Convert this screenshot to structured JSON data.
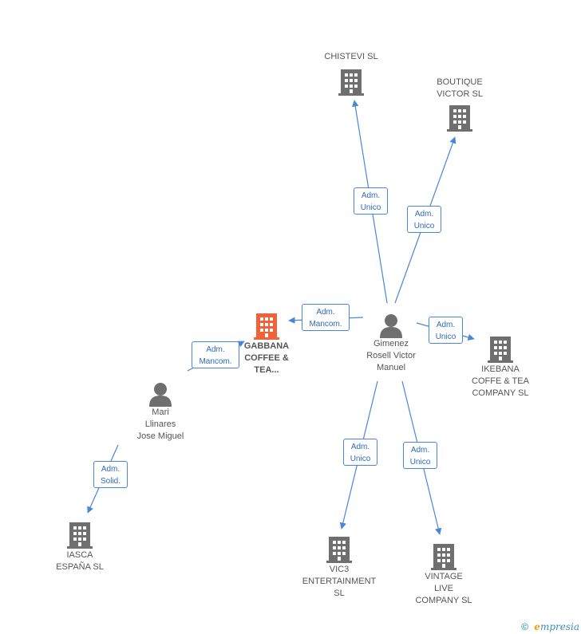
{
  "nodes": {
    "chistevi": "CHISTEVI SL",
    "boutique": "BOUTIQUE\nVICTOR SL",
    "gabbana": "GABBANA\nCOFFEE &\nTEA...",
    "gimenez": "Gimenez\nRosell Victor\nManuel",
    "ikebana": "IKEBANA\nCOFFE & TEA\nCOMPANY SL",
    "mari": "Mari\nLlinares\nJose Miguel",
    "iasca": "IASCA\nESPAÑA SL",
    "vic3": "VIC3\nENTERTAINMENT\nSL",
    "vintage": "VINTAGE\nLIVE\nCOMPANY SL"
  },
  "edges": {
    "to_chistevi": "Adm.\nUnico",
    "to_boutique": "Adm.\nUnico",
    "to_gabbana_gimenez": "Adm.\nMancom.",
    "to_ikebana": "Adm.\nUnico",
    "to_gabbana_mari": "Adm.\nMancom.",
    "to_iasca": "Adm.\nSolid.",
    "to_vic3": "Adm.\nUnico",
    "to_vintage": "Adm.\nUnico"
  },
  "footer": {
    "copyright": "©",
    "brand_first": "e",
    "brand_rest": "mpresia"
  },
  "colors": {
    "edge": "#4a86d8",
    "company_icon": "#6f6f6f",
    "main_company_icon": "#f0623a",
    "person_icon": "#6f6f6f"
  }
}
